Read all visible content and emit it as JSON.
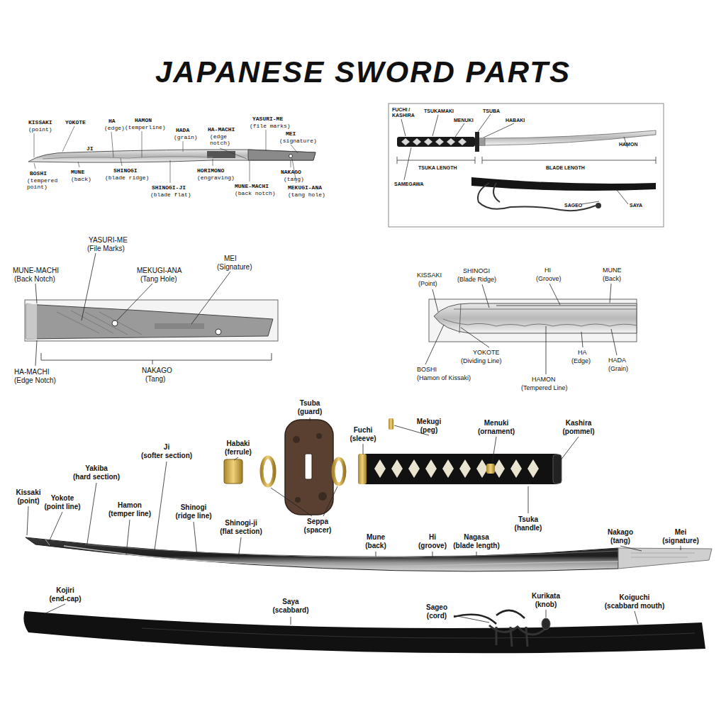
{
  "diagram": {
    "title": "JAPANESE SWORD PARTS",
    "labels": [
      "KISSAKI",
      "(point)",
      "YOKOTE",
      "HA",
      "(edge)",
      "HAMON",
      "(temperline)",
      "HADA",
      "(grain)",
      "HA-MACHI",
      "(edge notch)",
      "YASURI-ME",
      "(file marks)",
      "MEI",
      "(signature)",
      "JI",
      "BOSHI",
      "(tempered point)",
      "MUNE",
      "(back)",
      "SHINOGI",
      "(blade ridge)",
      "HORIMONO",
      "(engraving)",
      "NAKAGO",
      "(tang)",
      "SHINOGI-JI",
      "(blade flat)",
      "MUNE-MACHI",
      "(back notch)",
      "MEKUGI-ANA",
      "(tang hole)",
      "FUCHI /",
      "KASHIRA",
      "TSUKAMAKI",
      "MENUKI",
      "TSUBA",
      "HABAKI",
      "HAMON",
      "TSUKA LENGTH",
      "BLADE LENGTH",
      "SAMEGAWA",
      "SAGEO",
      "SAYA",
      "YASURI-ME",
      "(File Marks)",
      "MUNE-MACHI",
      "(Back Notch)",
      "MEKUGI-ANA",
      "(Tang Hole)",
      "MEI",
      "(Signature)",
      "HA-MACHI",
      "(Edge Notch)",
      "NAKAGO",
      "(Tang)",
      "KISSAKI",
      "(Point)",
      "SHINOGI",
      "(Blade Ridge)",
      "HI",
      "(Groove)",
      "MUNE",
      "(Back)",
      "YOKOTE",
      "(Dividing Line)",
      "BOSHI",
      "(Hamon of Kissaki)",
      "HA",
      "(Edge)",
      "HADA",
      "(Grain)",
      "HAMON",
      "(Tempered Line)",
      "Tsuba",
      "(guard)",
      "Mekugi",
      "(peg)",
      "Menuki",
      "(ornament)",
      "Kashira",
      "(pommel)",
      "Ji",
      "(softer section)",
      "Habaki",
      "(ferrule)",
      "Fuchi",
      "(sleeve)",
      "Yakiba",
      "(hard section)",
      "Kissaki",
      "(point)",
      "Yokote",
      "(point line)",
      "Hamon",
      "(temper line)",
      "Shinogi",
      "(ridge line)",
      "Shinogi-ji",
      "(flat section)",
      "Seppa",
      "(spacer)",
      "Tsuka",
      "(handle)",
      "Mune",
      "(back)",
      "Hi",
      "(groove)",
      "Nagasa",
      "(blade length)",
      "Nakago",
      "(tang)",
      "Mei",
      "(signature)",
      "Kojiri",
      "(end-cap)",
      "Saya",
      "(scabbard)",
      "Sageo",
      "(cord)",
      "Kurikata",
      "(knob)",
      "Koiguchi",
      "(scabbard mouth)"
    ]
  }
}
